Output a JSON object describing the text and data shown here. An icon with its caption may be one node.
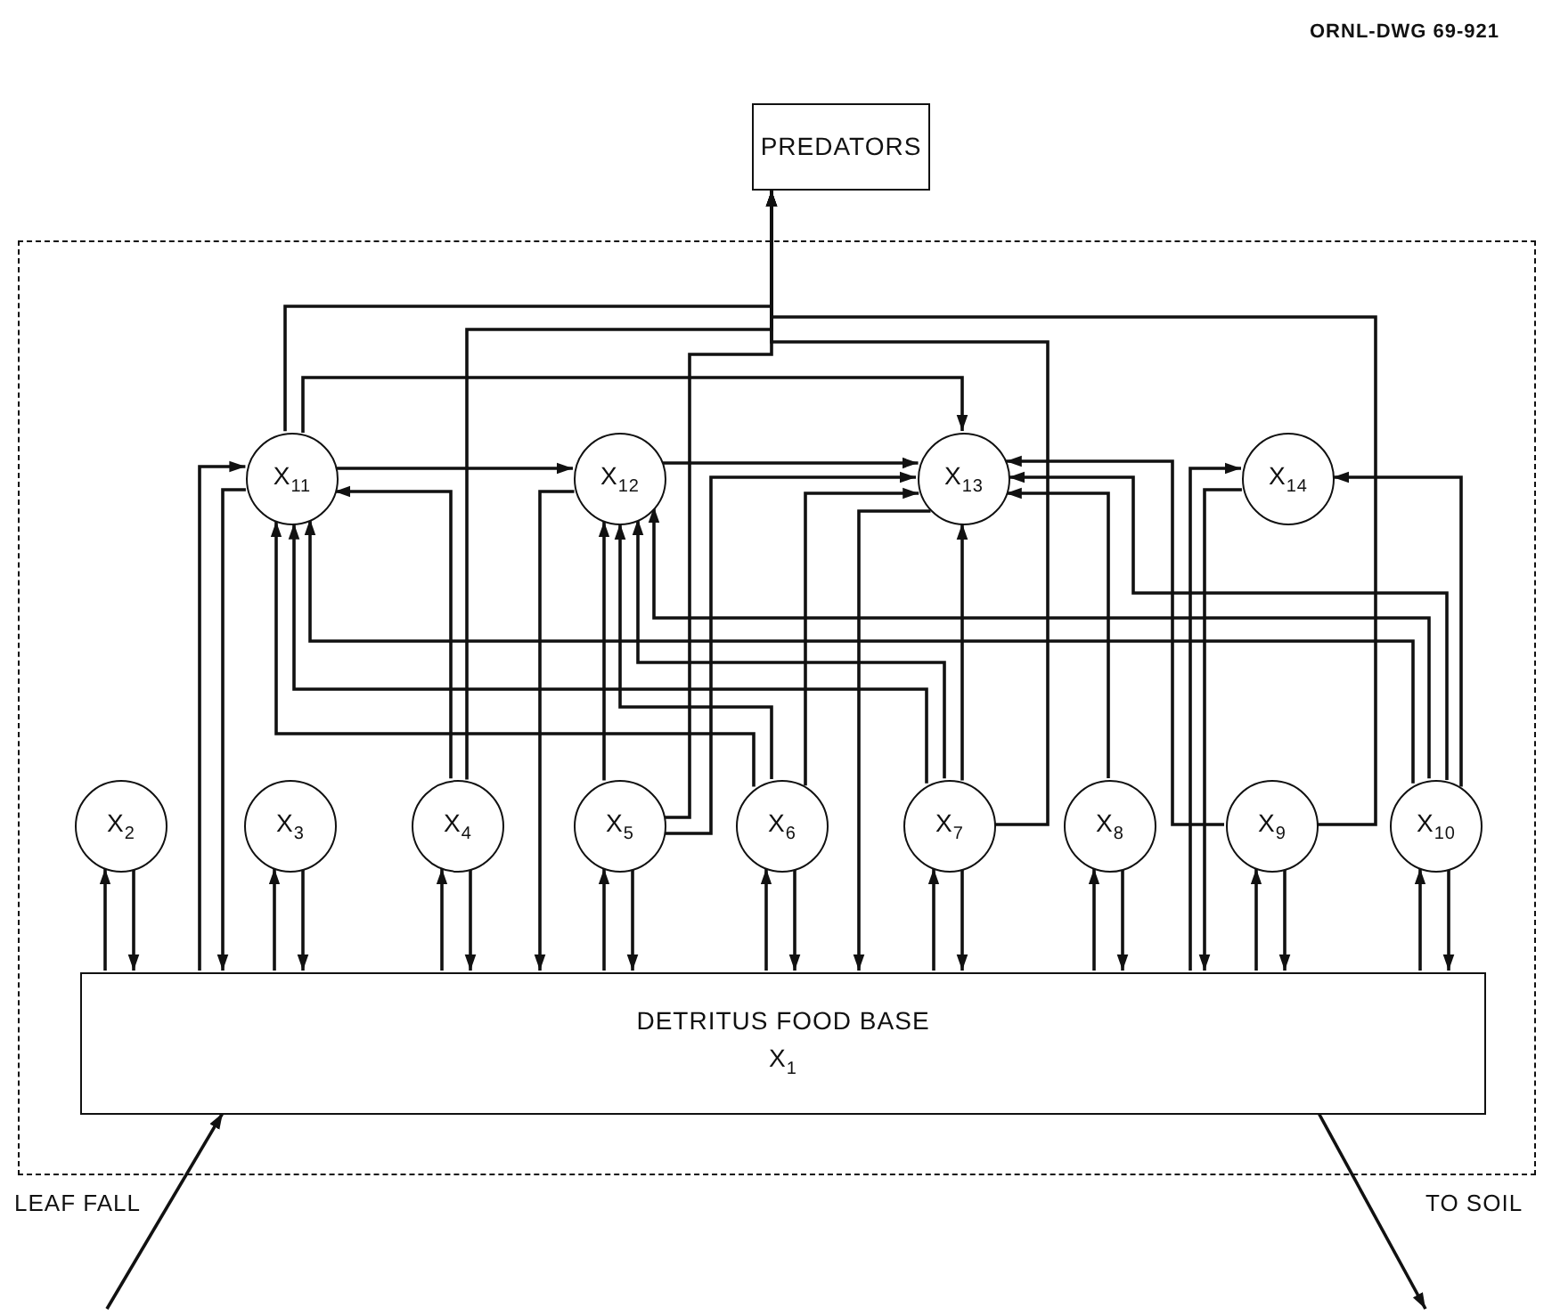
{
  "diagram": {
    "nodes": [
      {
        "text": [
          "PREDATORS"
        ]
      },
      {
        "text": [],
        "shape": "box"
      },
      {
        "text": [
          "X$_{11}$"
        ],
        "in": 1
      },
      {
        "text": [
          "X$_{12}$"
        ],
        "in": 1
      },
      {
        "text": [
          "X$_{13}$"
        ],
        "in": 1
      },
      {
        "text": [
          "X$_{14}$"
        ],
        "in": 1
      },
      {
        "text": [
          "X$_{2}$"
        ],
        "in": 1
      },
      {
        "text": [
          "X$_{3}$"
        ],
        "in": 1
      },
      {
        "text": [
          "X$_{4}$"
        ],
        "in": 1
      },
      {
        "text": [
          "X$_{5}$"
        ],
        "in": 1
      },
      {
        "text": [
          "X$_{6}$"
        ],
        "in": 1
      },
      {
        "text": [
          "X$_{7}$"
        ],
        "in": 1
      },
      {
        "text": [
          "X$_{8}$"
        ],
        "in": 1
      },
      {
        "text": [
          "X$_{9}$"
        ],
        "in": 1
      },
      {
        "text": [
          "X$_{10}$"
        ],
        "in": 1
      },
      {
        "text": [
          "DETRITUS FOOD BASE",
          "X$_{1}$"
        ],
        "in": 1
      }
    ],
    "edges": [
      {
        "from": 2,
        "to": 0,
        "arrow": "to"
      },
      {
        "from": 8,
        "to": 0,
        "arrow": "to"
      },
      {
        "from": 9,
        "to": 0,
        "arrow": "to"
      },
      {
        "from": 11,
        "to": 0,
        "arrow": "to"
      },
      {
        "from": 13,
        "to": 0,
        "arrow": "to"
      },
      {
        "from": 2,
        "to": 3,
        "arrow": "to"
      },
      {
        "from": 2,
        "to": 4,
        "arrow": "to"
      },
      {
        "from": 8,
        "to": 2,
        "arrow": "to"
      },
      {
        "from": 3,
        "to": 4,
        "arrow": "to"
      },
      {
        "from": 9,
        "to": 4,
        "arrow": "to"
      },
      {
        "from": 10,
        "to": 4,
        "arrow": "to"
      },
      {
        "from": 11,
        "to": 4,
        "arrow": "to"
      },
      {
        "from": 12,
        "to": 4,
        "arrow": "to"
      },
      {
        "from": 14,
        "to": 4,
        "arrow": "to"
      },
      {
        "from": 13,
        "to": 4,
        "arrow": "to"
      },
      {
        "from": 14,
        "to": 5,
        "arrow": "to"
      },
      {
        "from": 15,
        "to": 5,
        "arrow": "to"
      },
      {
        "from": 5,
        "to": 15,
        "arrow": "to"
      },
      {
        "from": 15,
        "to": 2,
        "arrow": "to"
      },
      {
        "from": 2,
        "to": 15,
        "arrow": "to"
      },
      {
        "from": 3,
        "to": 15,
        "arrow": "to"
      },
      {
        "from": 4,
        "to": 15,
        "arrow": "to"
      },
      {
        "from": 9,
        "to": 3,
        "arrow": "to"
      },
      {
        "from": 10,
        "to": 3,
        "arrow": "to"
      },
      {
        "from": 11,
        "to": 3,
        "arrow": "to"
      },
      {
        "from": 14,
        "to": 3,
        "arrow": "to"
      },
      {
        "from": 10,
        "to": 2,
        "arrow": "to"
      },
      {
        "from": 11,
        "to": 2,
        "arrow": "to"
      },
      {
        "from": 14,
        "to": 2,
        "arrow": "to"
      },
      {
        "from": 15,
        "to": 6,
        "arrow": "to"
      },
      {
        "from": 6,
        "to": 15,
        "arrow": "to"
      },
      {
        "from": 15,
        "to": 7,
        "arrow": "to"
      },
      {
        "from": 7,
        "to": 15,
        "arrow": "to"
      },
      {
        "from": 15,
        "to": 8,
        "arrow": "to"
      },
      {
        "from": 8,
        "to": 15,
        "arrow": "to"
      },
      {
        "from": 15,
        "to": 9,
        "arrow": "to"
      },
      {
        "from": 9,
        "to": 15,
        "arrow": "to"
      },
      {
        "from": 15,
        "to": 10,
        "arrow": "to"
      },
      {
        "from": 10,
        "to": 15,
        "arrow": "to"
      },
      {
        "from": 15,
        "to": 11,
        "arrow": "to"
      },
      {
        "from": 11,
        "to": 15,
        "arrow": "to"
      },
      {
        "from": 15,
        "to": 12,
        "arrow": "to"
      },
      {
        "from": 12,
        "to": 15,
        "arrow": "to"
      },
      {
        "from": 15,
        "to": 13,
        "arrow": "to"
      },
      {
        "from": 13,
        "to": 15,
        "arrow": "to"
      },
      {
        "from": 15,
        "to": 14,
        "arrow": "to"
      },
      {
        "from": 14,
        "to": 15,
        "arrow": "to"
      },
      {
        "from": null,
        "to": 15,
        "arrow": "to"
      },
      {
        "from": 15,
        "to": null,
        "arrow": "to"
      }
    ],
    "labels": [
      "ORNL-DWG 69-921",
      "LEAF FALL",
      "TO SOIL"
    ]
  }
}
